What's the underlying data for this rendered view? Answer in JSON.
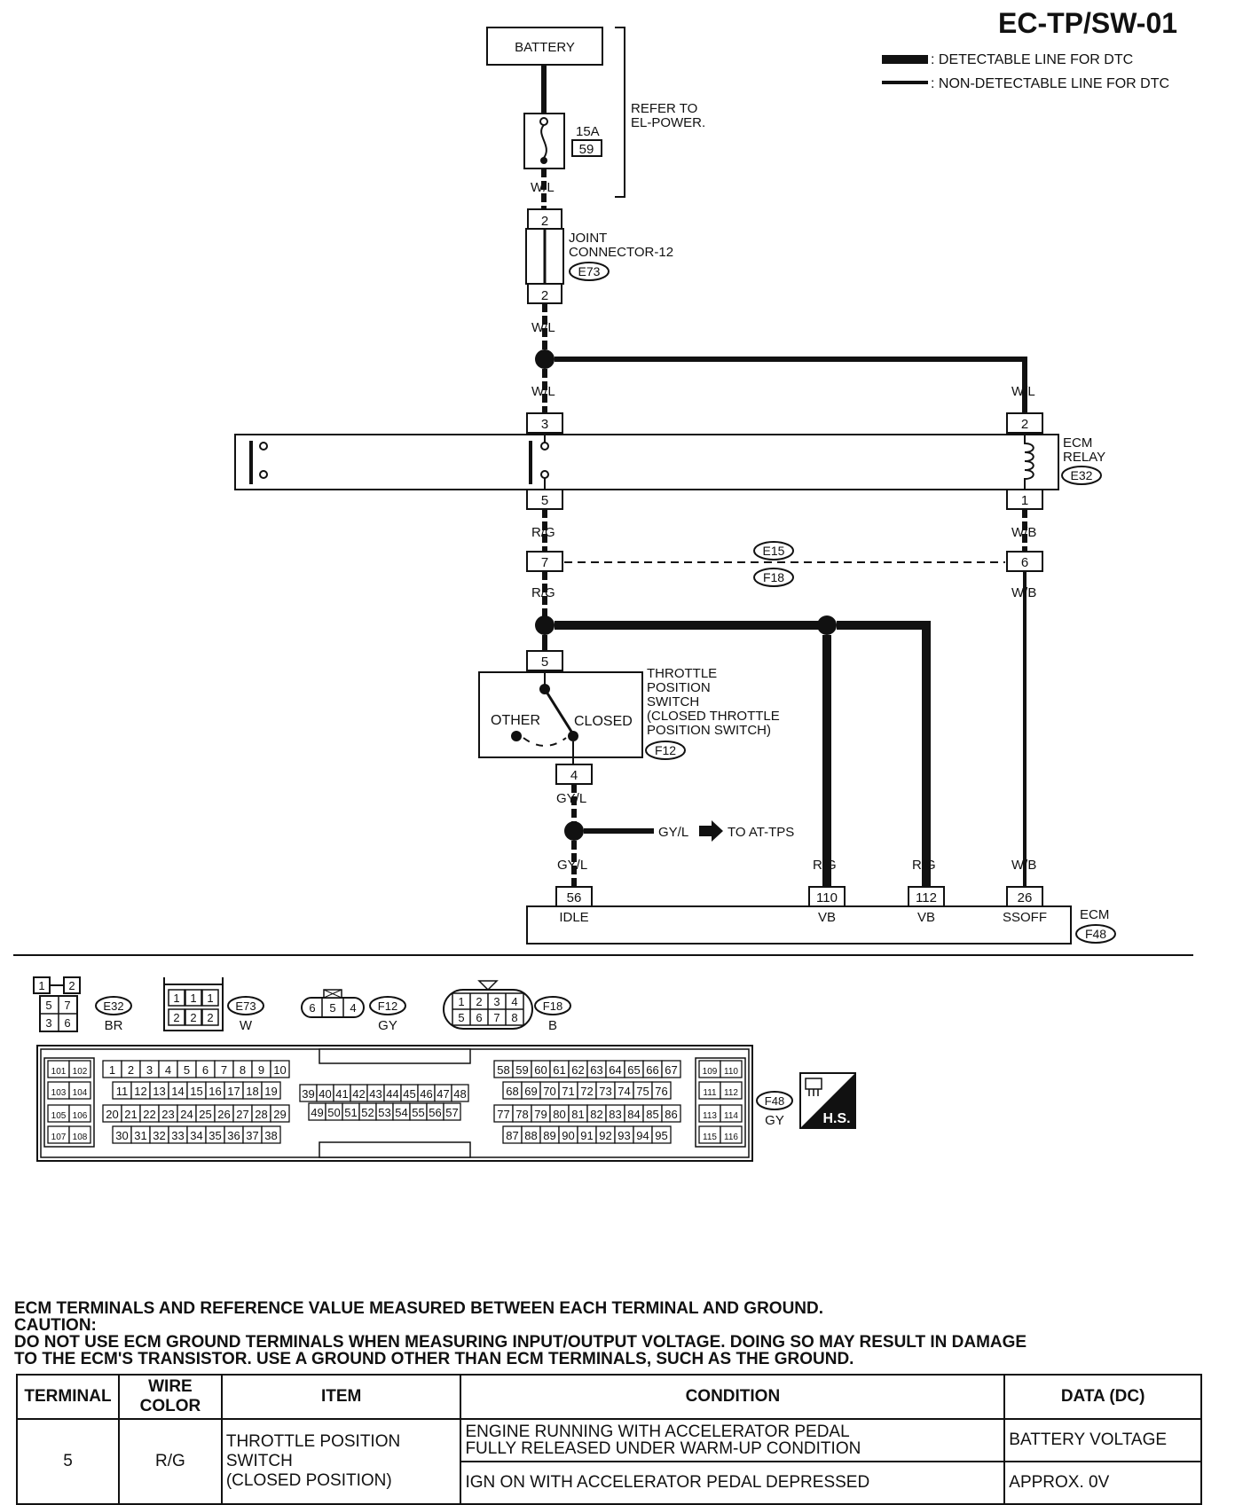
{
  "page_code": "EC-TP/SW-01",
  "legend": {
    "detectable": ": DETECTABLE LINE FOR DTC",
    "non_detectable": ": NON-DETECTABLE LINE FOR DTC"
  },
  "battery": "BATTERY",
  "refer_to": [
    "REFER TO",
    "EL-POWER."
  ],
  "fuse": {
    "rating": "15A",
    "number": "59"
  },
  "joint_connector": {
    "name": [
      "JOINT",
      "CONNECTOR-12"
    ],
    "id": "E73",
    "pin_top": "2",
    "pin_bottom": "2"
  },
  "ecm_relay": {
    "name": [
      "ECM",
      "RELAY"
    ],
    "id": "E32",
    "pins": [
      "3",
      "5",
      "2",
      "1"
    ]
  },
  "intermediate": {
    "ids": [
      "E15",
      "F18"
    ],
    "pins": [
      "7",
      "6"
    ]
  },
  "tps": {
    "name": [
      "THROTTLE",
      "POSITION",
      "SWITCH",
      "(CLOSED THROTTLE",
      "POSITION SWITCH)"
    ],
    "id": "F12",
    "pin_in": "5",
    "pin_out": "4",
    "other": "OTHER",
    "closed": "CLOSED"
  },
  "branch": {
    "wire": "GY/L",
    "dest": "TO AT-TPS"
  },
  "ecm": {
    "name": "ECM",
    "id": "F48",
    "terminals": [
      {
        "pin": "56",
        "label": "IDLE",
        "wire": "GY/L"
      },
      {
        "pin": "110",
        "label": "VB",
        "wire": "R/G"
      },
      {
        "pin": "112",
        "label": "VB",
        "wire": "R/G"
      },
      {
        "pin": "26",
        "label": "SSOFF",
        "wire": "W/B"
      }
    ]
  },
  "wires": {
    "wl": "W/L",
    "rg": "R/G",
    "wb": "W/B",
    "gyl": "GY/L"
  },
  "connector_views": [
    {
      "id": "E32",
      "color": "BR",
      "pins": [
        "1",
        "2",
        "5",
        "7",
        "3",
        "6"
      ]
    },
    {
      "id": "E73",
      "color": "W",
      "pins": [
        "1",
        "1",
        "1",
        "2",
        "2",
        "2"
      ]
    },
    {
      "id": "F12",
      "color": "GY",
      "pins": [
        "6",
        "5",
        "4"
      ]
    },
    {
      "id": "F18",
      "color": "B",
      "pins": [
        "1",
        "2",
        "3",
        "4",
        "5",
        "6",
        "7",
        "8"
      ]
    },
    {
      "id": "F48",
      "color": "GY"
    }
  ],
  "hs_label": "H.S.",
  "notes": {
    "line1": "ECM TERMINALS AND REFERENCE VALUE MEASURED BETWEEN EACH TERMINAL AND GROUND.",
    "line2": "CAUTION:",
    "line3": "DO NOT USE ECM GROUND TERMINALS WHEN MEASURING INPUT/OUTPUT VOLTAGE. DOING SO MAY RESULT IN DAMAGE",
    "line4": "TO THE ECM'S TRANSISTOR. USE A GROUND OTHER THAN ECM TERMINALS, SUCH AS THE GROUND."
  },
  "table": {
    "headers": [
      "TERMINAL",
      "WIRE COLOR",
      "ITEM",
      "CONDITION",
      "DATA (DC)"
    ],
    "terminal": "5",
    "wire_color": "R/G",
    "item": [
      "THROTTLE POSITION",
      "SWITCH",
      "(CLOSED POSITION)"
    ],
    "rows": [
      {
        "condition": [
          "ENGINE RUNNING WITH ACCELERATOR PEDAL",
          "FULLY RELEASED UNDER WARM-UP CONDITION"
        ],
        "data": "BATTERY VOLTAGE"
      },
      {
        "condition": [
          "IGN ON WITH ACCELERATOR PEDAL DEPRESSED"
        ],
        "data": "APPROX. 0V"
      }
    ]
  }
}
